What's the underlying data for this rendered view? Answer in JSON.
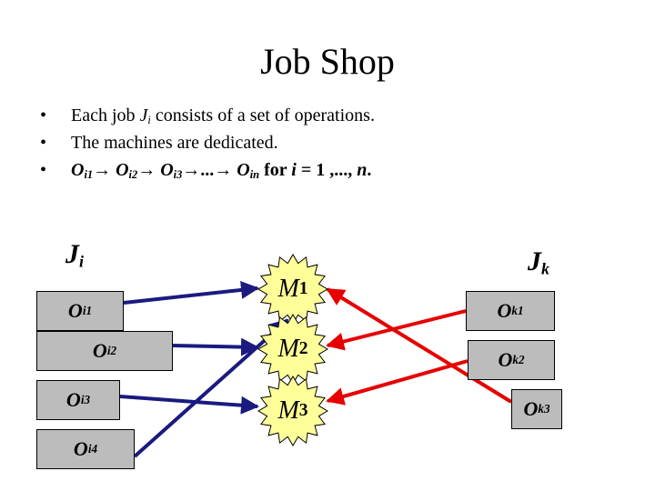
{
  "slide": {
    "title": "Job Shop",
    "bullets": [
      {
        "parts": [
          {
            "t": "Each job ",
            "s": ""
          },
          {
            "t": "J",
            "s": "ital"
          },
          {
            "t": "i",
            "s": "sub ital"
          },
          {
            "t": " consists of a set of operations.",
            "s": ""
          }
        ]
      },
      {
        "parts": [
          {
            "t": "The machines are dedicated.",
            "s": ""
          }
        ]
      },
      {
        "parts": [
          {
            "t": "O",
            "s": "bold ital"
          },
          {
            "t": "i1",
            "s": "sub bold ital"
          },
          {
            "t": "→ ",
            "s": "bold"
          },
          {
            "t": "O",
            "s": "bold ital"
          },
          {
            "t": "i2",
            "s": "sub bold ital"
          },
          {
            "t": "→ ",
            "s": "bold"
          },
          {
            "t": "O",
            "s": "bold ital"
          },
          {
            "t": "i3",
            "s": "sub bold ital"
          },
          {
            "t": "→...→ ",
            "s": "bold"
          },
          {
            "t": "O",
            "s": "bold ital"
          },
          {
            "t": "in",
            "s": "sub bold ital"
          },
          {
            "t": "  for ",
            "s": "bold"
          },
          {
            "t": "i",
            "s": "bold ital"
          },
          {
            "t": " = 1 ,..., ",
            "s": "bold"
          },
          {
            "t": "n",
            "s": "bold ital"
          },
          {
            "t": ".",
            "s": "bold"
          }
        ]
      }
    ]
  },
  "diagram": {
    "job_left": {
      "main": "J",
      "sub": "i"
    },
    "job_right": {
      "main": "J",
      "sub": "k"
    },
    "ops_left": [
      {
        "main": "O",
        "sub": "i1"
      },
      {
        "main": "O",
        "sub": "i2"
      },
      {
        "main": "O",
        "sub": "i3"
      },
      {
        "main": "O",
        "sub": "i4"
      }
    ],
    "ops_right": [
      {
        "main": "O",
        "sub": "k1"
      },
      {
        "main": "O",
        "sub": "k2"
      },
      {
        "main": "O",
        "sub": "k3"
      }
    ],
    "machines": [
      {
        "main": "M",
        "sub": "1"
      },
      {
        "main": "M",
        "sub": "2"
      },
      {
        "main": "M",
        "sub": "3"
      }
    ],
    "colors": {
      "op_box": "#bcbcbc",
      "machine_fill": "#ffff99",
      "arrow_job_i": "#1a1a80",
      "arrow_job_k": "#e60000"
    }
  }
}
